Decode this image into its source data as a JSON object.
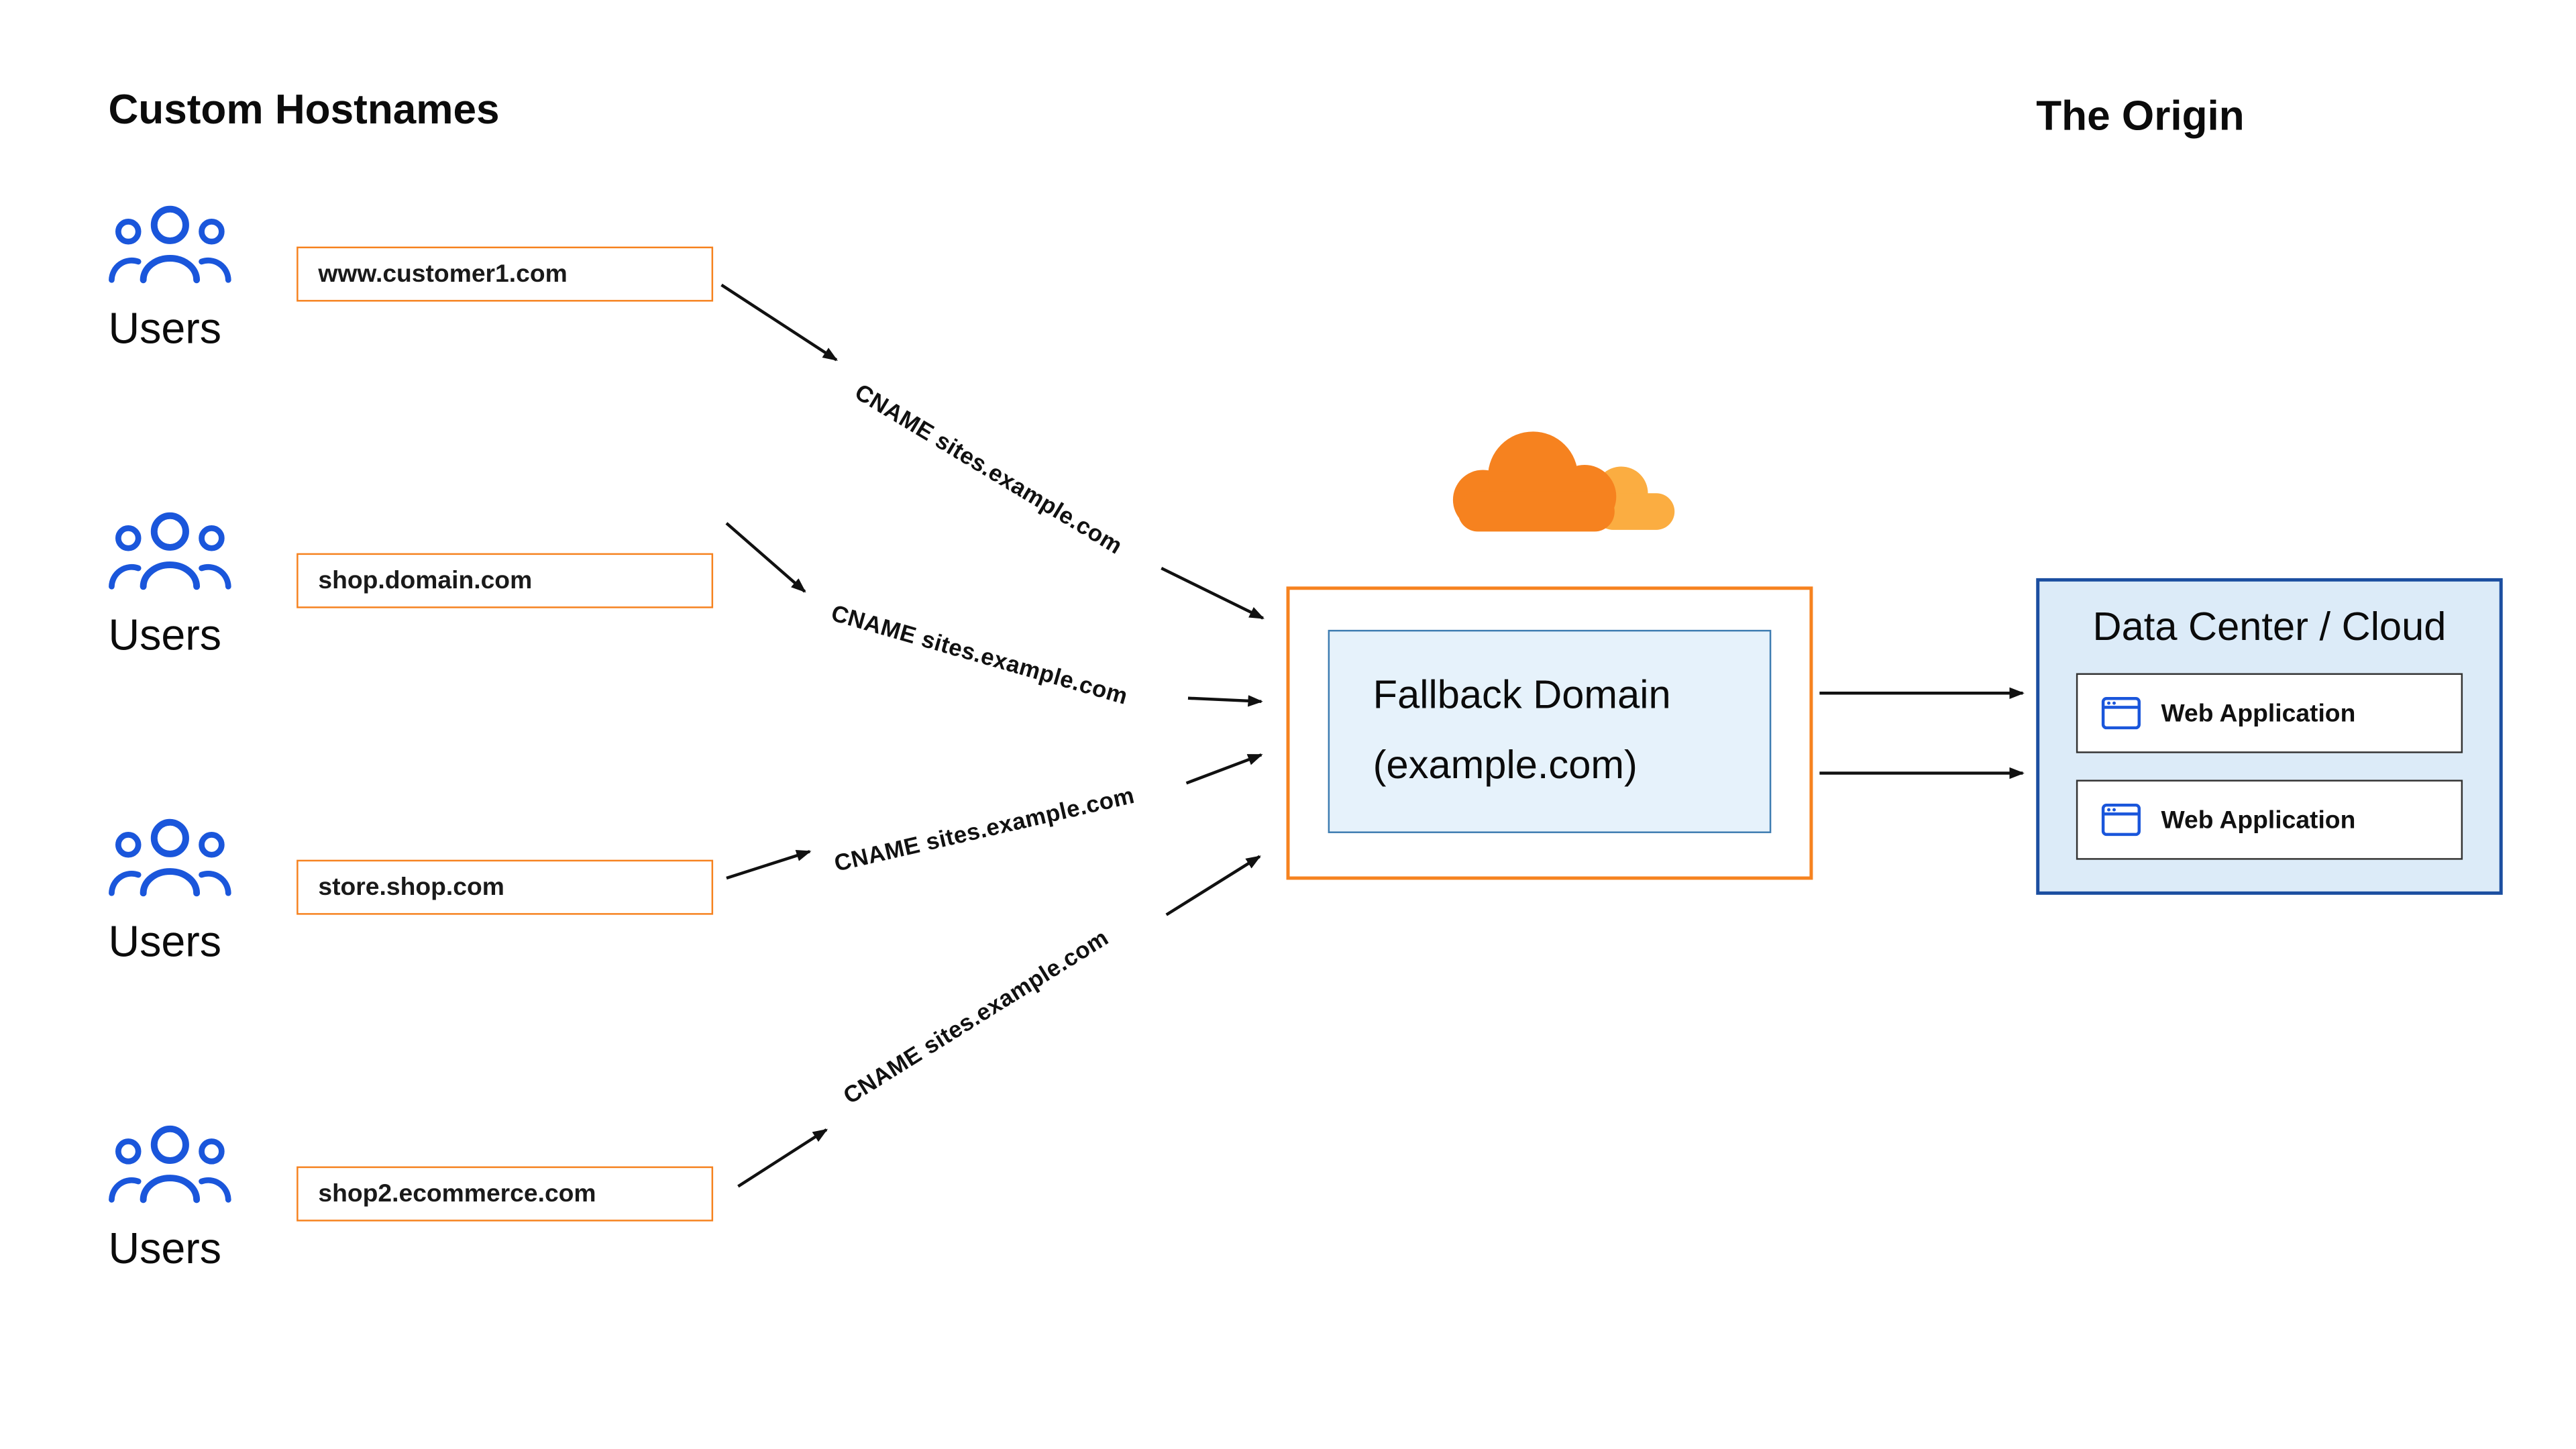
{
  "headings": {
    "left": "Custom Hostnames",
    "right": "The Origin"
  },
  "rows": [
    {
      "hostname": "www.customer1.com",
      "user_label": "Users",
      "cname": "CNAME sites.example.com"
    },
    {
      "hostname": "shop.domain.com",
      "user_label": "Users",
      "cname": "CNAME sites.example.com"
    },
    {
      "hostname": "store.shop.com",
      "user_label": "Users",
      "cname": "CNAME sites.example.com"
    },
    {
      "hostname": "shop2.ecommerce.com",
      "user_label": "Users",
      "cname": "CNAME sites.example.com"
    }
  ],
  "fallback": {
    "line1": "Fallback Domain",
    "line2": "(example.com)"
  },
  "origin": {
    "title": "Data Center / Cloud",
    "apps": [
      "Web Application",
      "Web Application"
    ]
  },
  "icons": {
    "users": "users-group-icon",
    "cloudflare": "cloudflare-cloud-logo",
    "web_app": "browser-window-icon"
  },
  "colors": {
    "orange": "#F6821F",
    "orange_light": "#FBAD41",
    "blue": "#1A56DB",
    "blue_dark": "#1B4EA0",
    "dc_fill": "#DCEBF8",
    "fallback_fill": "#E6F2FB",
    "fallback_border": "#3E7CB1",
    "app_border": "#333333",
    "ink": "#111111"
  }
}
